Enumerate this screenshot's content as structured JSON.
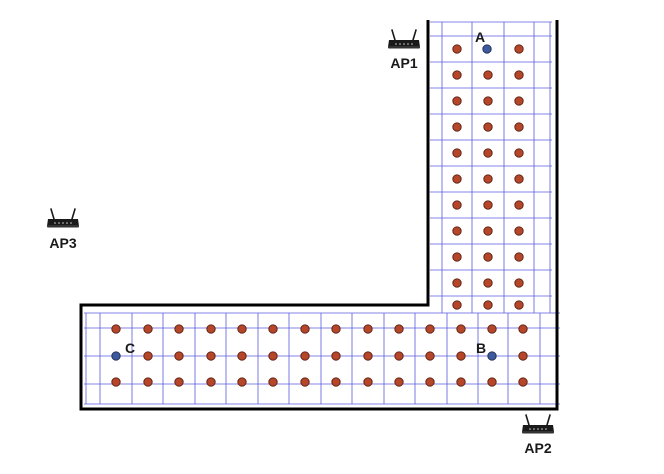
{
  "colors": {
    "wall": "#000000",
    "grid": "#5a5ae0",
    "reference_point": "#b5462a",
    "reference_point_stroke": "#5a1e10",
    "test_point": "#3f5a9c",
    "test_point_stroke": "#1c2c55",
    "router_body": "#1a1a1a"
  },
  "access_points": [
    {
      "label": "AP1",
      "icon": "wireless-router-icon"
    },
    {
      "label": "AP2",
      "icon": "wireless-router-icon"
    },
    {
      "label": "AP3",
      "icon": "wireless-router-icon"
    }
  ],
  "test_points": [
    {
      "label": "A"
    },
    {
      "label": "B"
    },
    {
      "label": "C"
    }
  ]
}
